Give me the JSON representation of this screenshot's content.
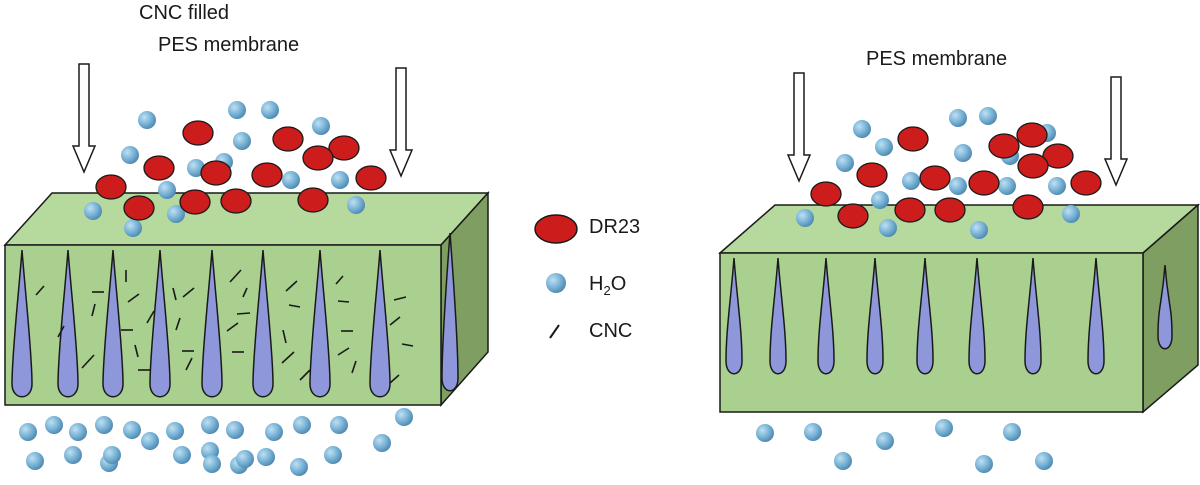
{
  "left_panel": {
    "title_line1": "CNC filled",
    "title_line2": "PES membrane"
  },
  "right_panel": {
    "title": "PES membrane"
  },
  "legend": {
    "dye_label": "DR23",
    "water_label_main": "H",
    "water_label_sub": "2",
    "water_label_end": "O",
    "cnc_label": "CNC"
  },
  "colors": {
    "membrane_front": "#a9d08e",
    "membrane_top": "#b6d99d",
    "membrane_side": "#7e9e62",
    "pore": "#8e97d9",
    "dye": "#cc1c1c",
    "water": "#6fa8cc",
    "outline": "#1a1a1a"
  },
  "icons": {
    "dye": "red-ellipse",
    "water": "blue-sphere",
    "cnc": "short-black-line",
    "flow": "hollow-down-arrow"
  }
}
